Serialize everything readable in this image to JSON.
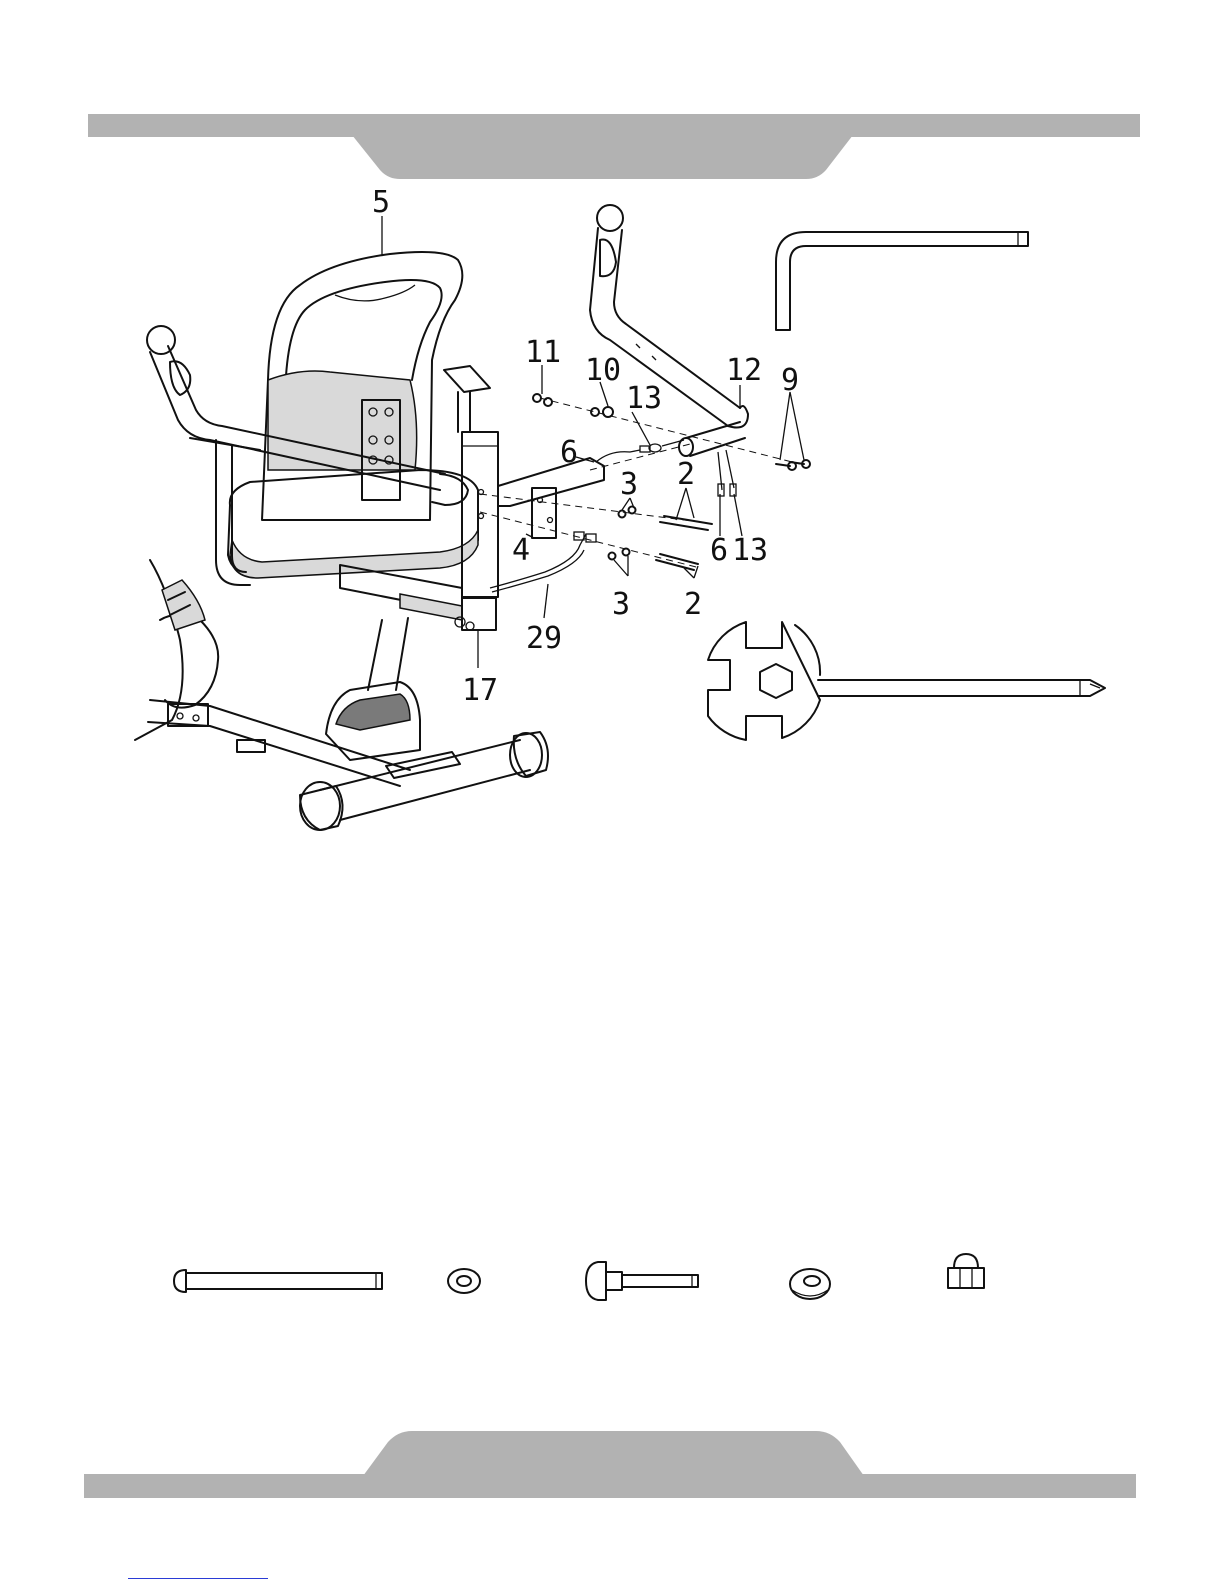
{
  "callouts": [
    {
      "id": "label-5",
      "text": "5"
    },
    {
      "id": "label-11",
      "text": "11"
    },
    {
      "id": "label-10",
      "text": "10"
    },
    {
      "id": "label-13-top",
      "text": "13"
    },
    {
      "id": "label-12",
      "text": "12"
    },
    {
      "id": "label-9",
      "text": "9"
    },
    {
      "id": "label-6-top",
      "text": "6"
    },
    {
      "id": "label-3-top",
      "text": "3"
    },
    {
      "id": "label-2-top",
      "text": "2"
    },
    {
      "id": "label-4",
      "text": "4"
    },
    {
      "id": "label-6-bottom",
      "text": "6"
    },
    {
      "id": "label-13-bottom",
      "text": "13"
    },
    {
      "id": "label-3-bottom",
      "text": "3"
    },
    {
      "id": "label-2-bottom",
      "text": "2"
    },
    {
      "id": "label-29",
      "text": "29"
    },
    {
      "id": "label-17",
      "text": "17"
    }
  ],
  "hardware_icons": [
    "long-bolt-icon",
    "flat-washer-icon",
    "carriage-bolt-icon",
    "curved-washer-icon",
    "acorn-nut-icon"
  ],
  "tools": [
    "allen-wrench-icon",
    "combination-wrench-screwdriver-icon"
  ],
  "colors": {
    "banner": "#b2b2b2",
    "line": "#111111"
  }
}
